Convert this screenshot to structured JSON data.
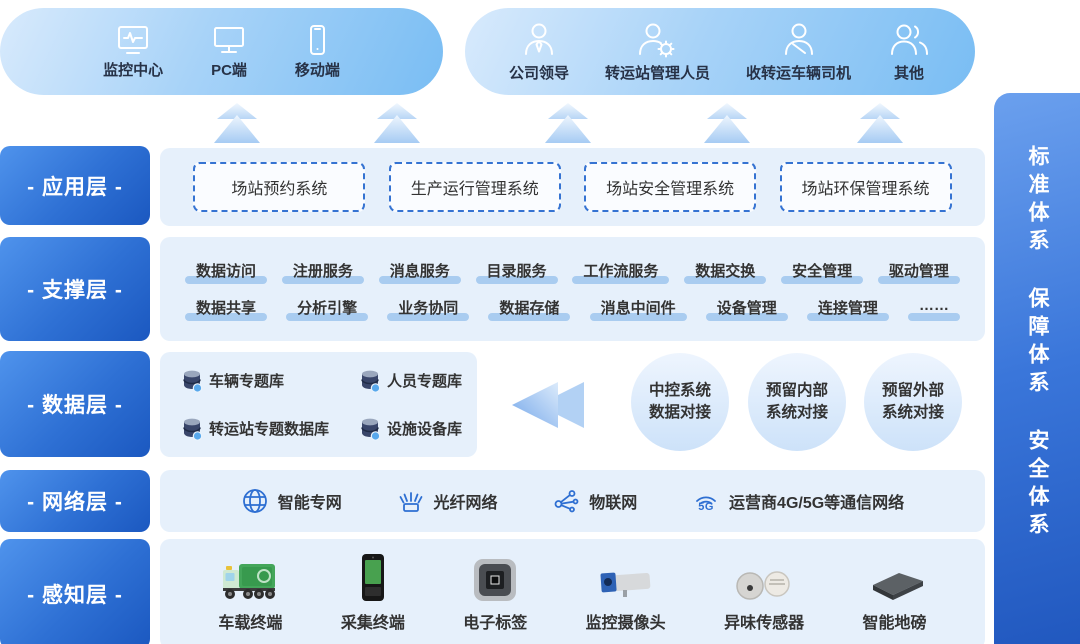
{
  "top": {
    "terminals": {
      "items": [
        {
          "label": "监控中心",
          "icon": "monitor-icon"
        },
        {
          "label": "PC端",
          "icon": "desktop-icon"
        },
        {
          "label": "移动端",
          "icon": "mobile-icon"
        }
      ]
    },
    "roles": {
      "items": [
        {
          "label": "公司领导",
          "icon": "leader-icon"
        },
        {
          "label": "转运站管理人员",
          "icon": "manager-icon"
        },
        {
          "label": "收转运车辆司机",
          "icon": "driver-icon"
        },
        {
          "label": "其他",
          "icon": "others-icon"
        }
      ]
    }
  },
  "layers": {
    "application": {
      "label": "- 应用层 -",
      "systems": [
        "场站预约系统",
        "生产运行管理系统",
        "场站安全管理系统",
        "场站环保管理系统"
      ]
    },
    "support": {
      "label": "- 支撑层 -",
      "row1": [
        "数据访问",
        "注册服务",
        "消息服务",
        "目录服务",
        "工作流服务",
        "数据交换",
        "安全管理",
        "驱动管理"
      ],
      "row2": [
        "数据共享",
        "分析引擎",
        "业务协同",
        "数据存储",
        "消息中间件",
        "设备管理",
        "连接管理",
        "……"
      ]
    },
    "data": {
      "label": "- 数据层 -",
      "databases": [
        "车辆专题库",
        "人员专题库",
        "转运站专题数据库",
        "设施设备库"
      ],
      "integrations": [
        {
          "line1": "中控系统",
          "line2": "数据对接"
        },
        {
          "line1": "预留内部",
          "line2": "系统对接"
        },
        {
          "line1": "预留外部",
          "line2": "系统对接"
        }
      ]
    },
    "network": {
      "label": "- 网络层 -",
      "fiveg_badge": "5G",
      "items": [
        {
          "label": "智能专网",
          "icon": "globe-icon"
        },
        {
          "label": "光纤网络",
          "icon": "fiber-icon"
        },
        {
          "label": "物联网",
          "icon": "iot-icon"
        },
        {
          "label": "运营商4G/5G等通信网络",
          "icon": "fiveg-icon"
        }
      ]
    },
    "perception": {
      "label": "- 感知层 -",
      "devices": [
        {
          "label": "车载终端",
          "icon": "garbage-truck-icon"
        },
        {
          "label": "采集终端",
          "icon": "handheld-terminal-icon"
        },
        {
          "label": "电子标签",
          "icon": "rfid-tag-icon"
        },
        {
          "label": "监控摄像头",
          "icon": "cctv-camera-icon"
        },
        {
          "label": "异味传感器",
          "icon": "odor-sensor-icon"
        },
        {
          "label": "智能地磅",
          "icon": "weighbridge-icon"
        }
      ]
    }
  },
  "sidebar": {
    "items": [
      "标准体系",
      "保障体系",
      "安全体系"
    ]
  },
  "colors": {
    "layer_label_gradient_start": "#4f93ec",
    "layer_label_gradient_end": "#1b58c0",
    "panel_bg": "#e6f0fb",
    "pill_gradient_start": "#d8eafc",
    "pill_gradient_end": "#79bdf3",
    "dashed_border": "#3573d2",
    "chip_underline": "#a9ccf0",
    "network_icon_accent": "#2e6fd2",
    "sidebar_gradient_start": "#6ba0ee",
    "sidebar_gradient_end": "#2158bf"
  }
}
